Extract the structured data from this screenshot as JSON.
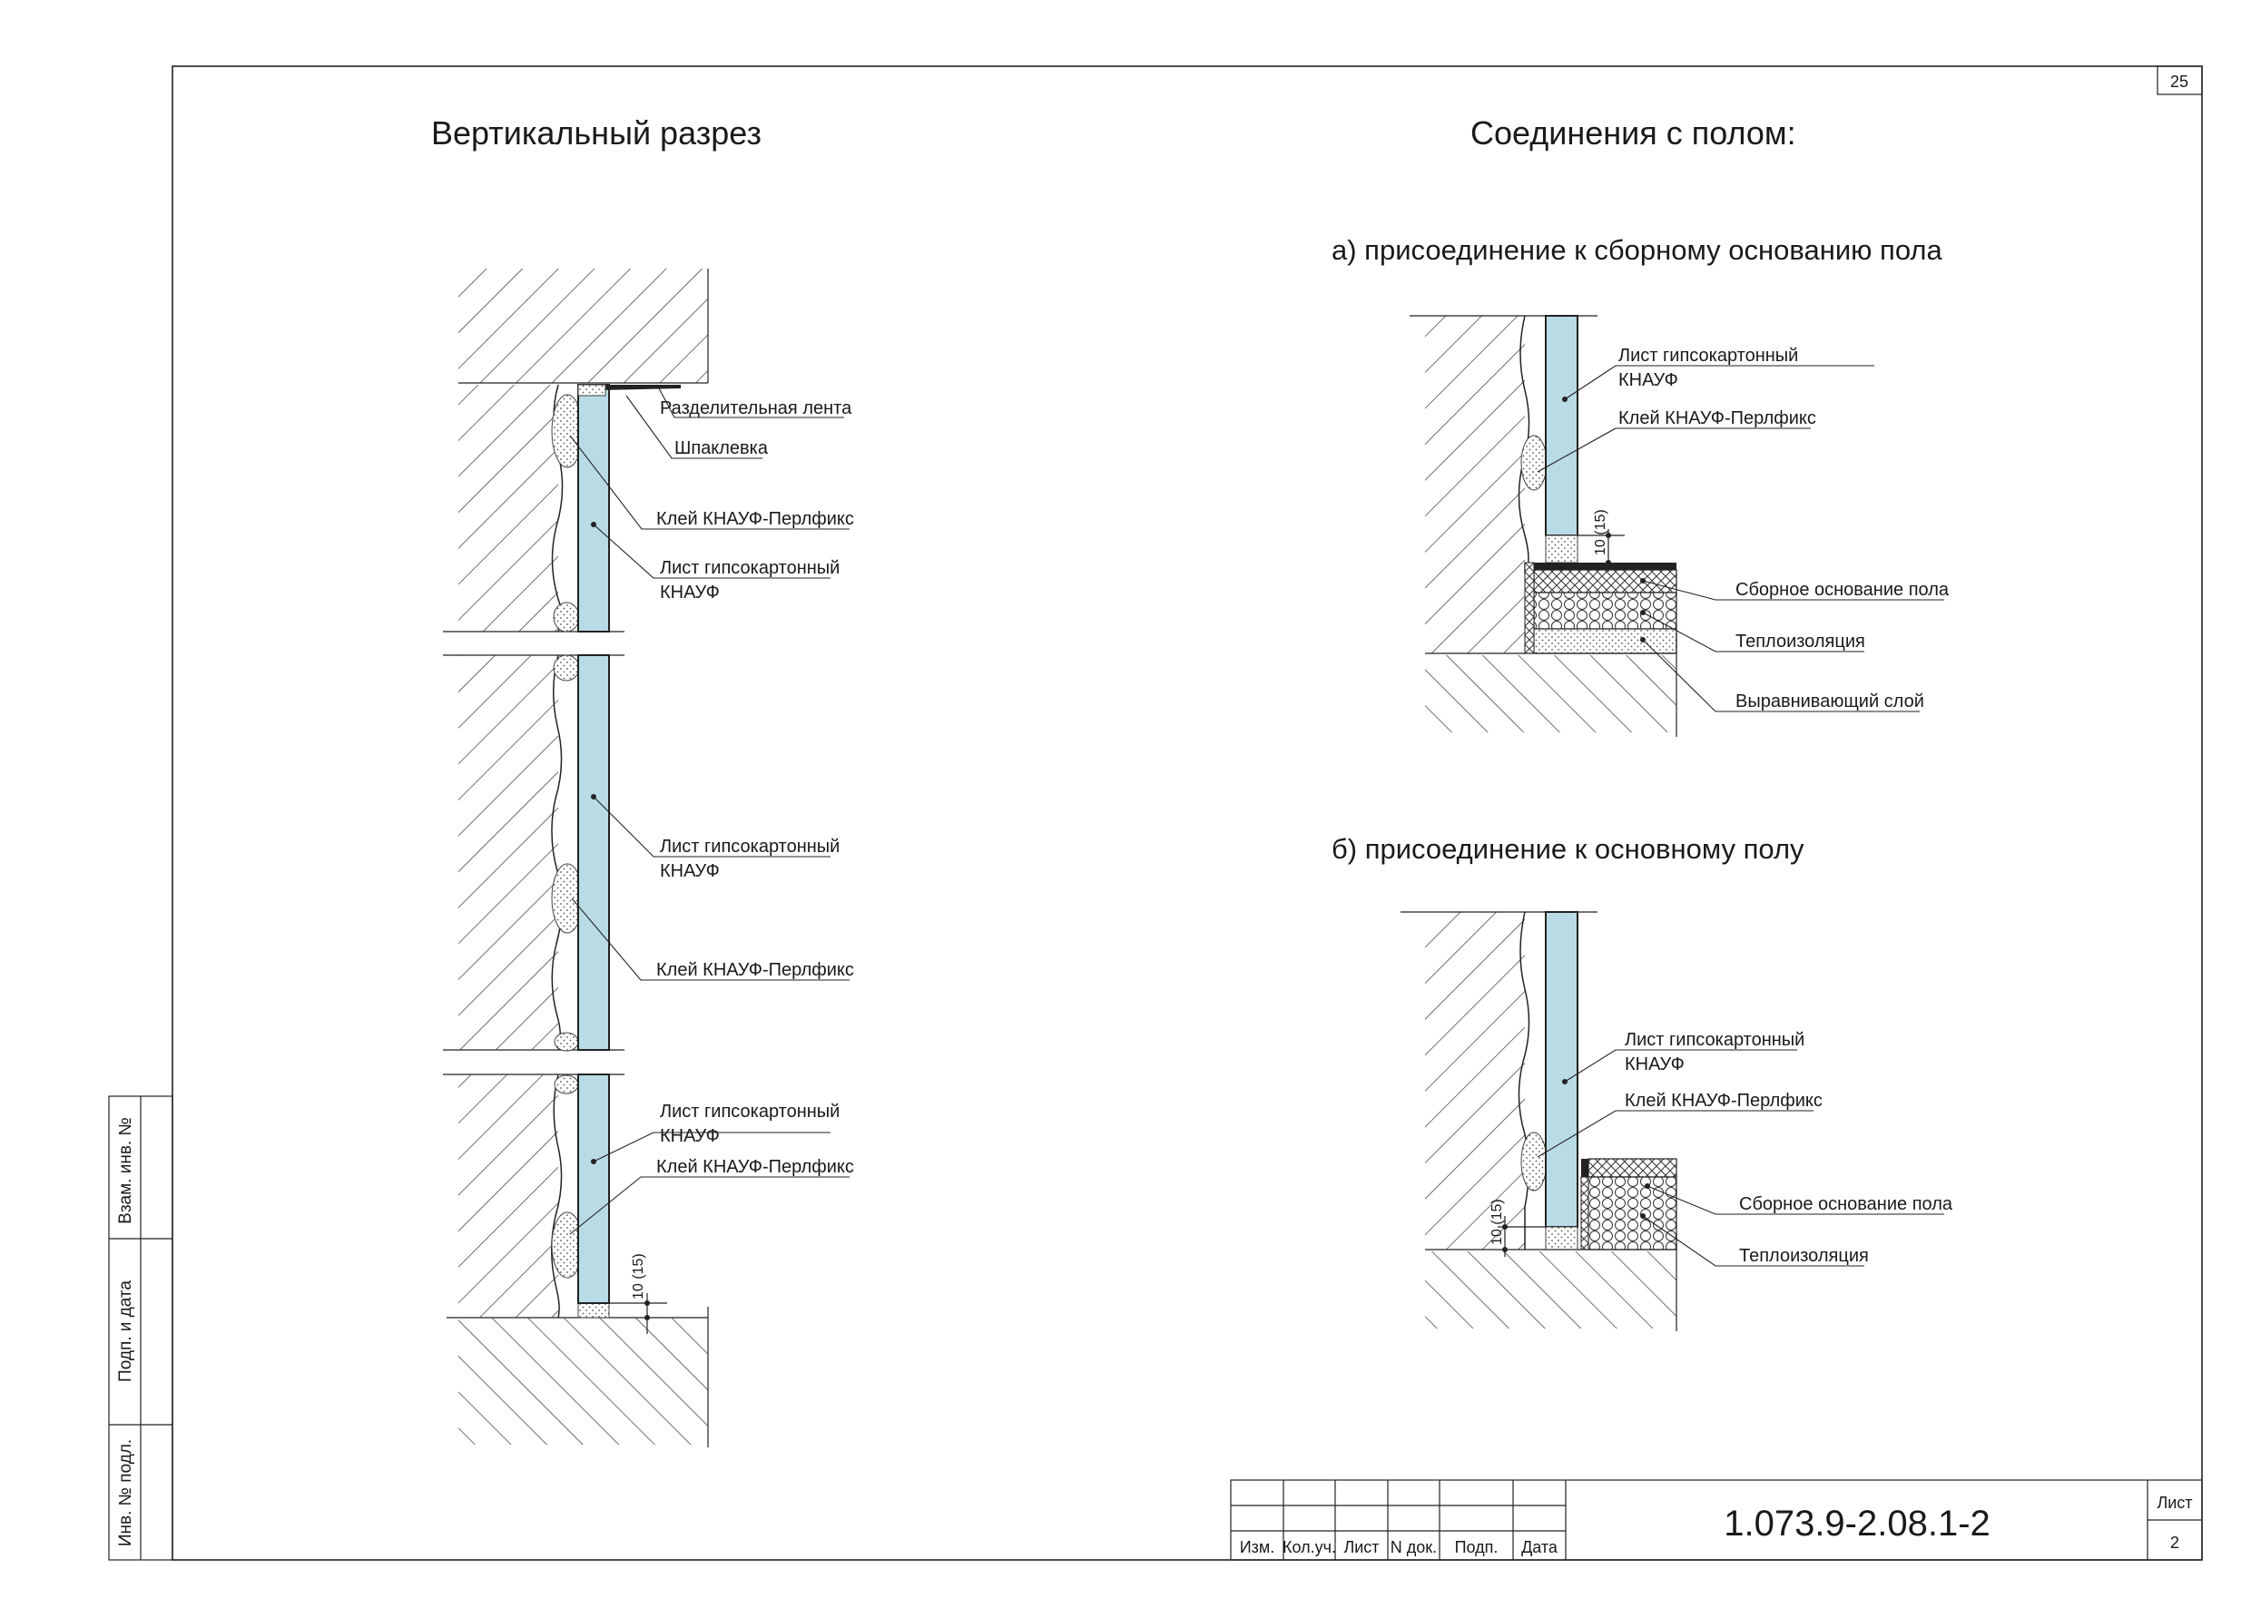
{
  "sheet": {
    "page_number_top": "25",
    "title_left": "Вертикальный разрез",
    "title_right": "Соединения с полом:"
  },
  "side_stamp": {
    "cell1": "Взам. инв. №",
    "cell2": "Подп. и дата",
    "cell3": "Инв. № подл."
  },
  "section_vertical": {
    "labels": {
      "tape": "Разделительная лента",
      "putty": "Шпаклевка",
      "glue1": "Клей КНАУФ-Перлфикс",
      "board1_line1": "Лист гипсокартонный",
      "board1_line2": "КНАУФ",
      "board2_line1": "Лист гипсокартонный",
      "board2_line2": "КНАУФ",
      "glue2": "Клей КНАУФ-Перлфикс",
      "board3_line1": "Лист гипсокартонный",
      "board3_line2": "КНАУФ",
      "glue3": "Клей КНАУФ-Перлфикс",
      "dim": "10 (15)"
    }
  },
  "detail_a": {
    "heading": "а) присоединение к сборному основанию пола",
    "labels": {
      "board_line1": "Лист гипсокартонный",
      "board_line2": "КНАУФ",
      "glue": "Клей КНАУФ-Перлфикс",
      "floor_base": "Сборное основание пола",
      "insulation": "Теплоизоляция",
      "leveling": "Выравнивающий слой",
      "dim": "10 (15)"
    }
  },
  "detail_b": {
    "heading": "б) присоединение к основному полу",
    "labels": {
      "board_line1": "Лист гипсокартонный",
      "board_line2": "КНАУФ",
      "glue": "Клей КНАУФ-Перлфикс",
      "floor_base": "Сборное основание пола",
      "insulation": "Теплоизоляция",
      "dim": "10 (15)"
    }
  },
  "title_block": {
    "columns": [
      "Изм.",
      "Кол.уч.",
      "Лист",
      "N док.",
      "Подп.",
      "Дата"
    ],
    "document_code": "1.073.9-2.08.1-2",
    "sheet_label": "Лист",
    "sheet_number": "2"
  },
  "colors": {
    "board": "#b9dbe6",
    "line": "#222222"
  }
}
